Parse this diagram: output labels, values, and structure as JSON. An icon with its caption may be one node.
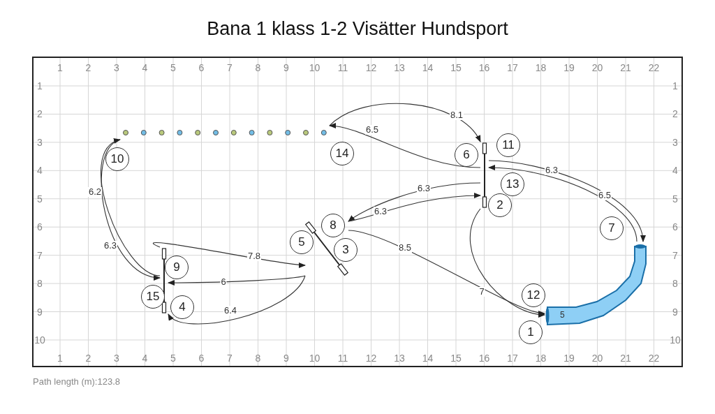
{
  "diagram": {
    "title": "Bana 1 klass 1-2 Visätter Hundsport",
    "nodes": [
      {
        "text": [],
        "shape": "dots"
      },
      {
        "text": [
          "11"
        ]
      },
      {
        "text": [
          "14"
        ]
      },
      {
        "text": [
          "10"
        ]
      },
      {
        "text": [
          "6"
        ]
      },
      {
        "text": [],
        "shape": "bar"
      },
      {
        "text": [
          "13"
        ]
      },
      {
        "text": [
          "2"
        ]
      },
      {
        "text": [
          "8"
        ]
      },
      {
        "text": [
          "7"
        ]
      },
      {
        "text": [
          "5"
        ]
      },
      {
        "text": [],
        "shape": "bar"
      },
      {
        "text": [
          "3"
        ]
      },
      {
        "text": [],
        "shape": "bar"
      },
      {
        "text": [
          "9"
        ]
      },
      {
        "text": [
          "15"
        ]
      },
      {
        "text": [
          "12"
        ]
      },
      {
        "text": [
          "4"
        ]
      },
      {
        "text": [
          "5"
        ]
      },
      {
        "text": [
          "1"
        ]
      }
    ],
    "edges": [
      {
        "from": 18,
        "to": 5,
        "arrow": "to",
        "label": "6.5"
      },
      {
        "from": 5,
        "to": 18,
        "arrow": "to",
        "label": "6.3"
      },
      {
        "from": 5,
        "to": 11,
        "arrow": "to",
        "label": "6.3"
      },
      {
        "from": 11,
        "to": 5,
        "arrow": "to",
        "label": "6.3"
      },
      {
        "from": 11,
        "to": 18,
        "arrow": "to",
        "label": "8.5"
      },
      {
        "from": 5,
        "to": 18,
        "arrow": "to",
        "label": "7"
      },
      {
        "from": 0,
        "to": 5,
        "arrow": "to",
        "label": "8.1"
      },
      {
        "from": 5,
        "to": 0,
        "arrow": "to",
        "label": "6.5"
      },
      {
        "from": 0,
        "to": 13,
        "arrow": "to",
        "label": "6.2"
      },
      {
        "from": 13,
        "to": 0,
        "arrow": "to",
        "label": "6.3"
      },
      {
        "from": 11,
        "to": 13,
        "arrow": "to",
        "label": "6"
      },
      {
        "from": 11,
        "to": 13,
        "arrow": "to",
        "label": "6.4"
      },
      {
        "from": 13,
        "to": 11,
        "arrow": "to",
        "label": "7.8"
      }
    ],
    "labels": [
      "1",
      "2",
      "3",
      "4",
      "5",
      "6",
      "7",
      "8",
      "9",
      "10",
      "11",
      "12",
      "13",
      "14",
      "15",
      "16",
      "17",
      "18",
      "19",
      "20",
      "21",
      "22",
      "1",
      "1",
      "2",
      "2",
      "3",
      "3",
      "4",
      "4",
      "5",
      "5",
      "6",
      "6",
      "7",
      "7",
      "8",
      "8",
      "9",
      "9",
      "10",
      "10",
      "1",
      "2",
      "3",
      "4",
      "5",
      "6",
      "7",
      "8",
      "9",
      "10",
      "11",
      "12",
      "13",
      "14",
      "15",
      "16",
      "17",
      "18",
      "19",
      "20",
      "21",
      "22",
      "Path length (m):123.8"
    ]
  }
}
